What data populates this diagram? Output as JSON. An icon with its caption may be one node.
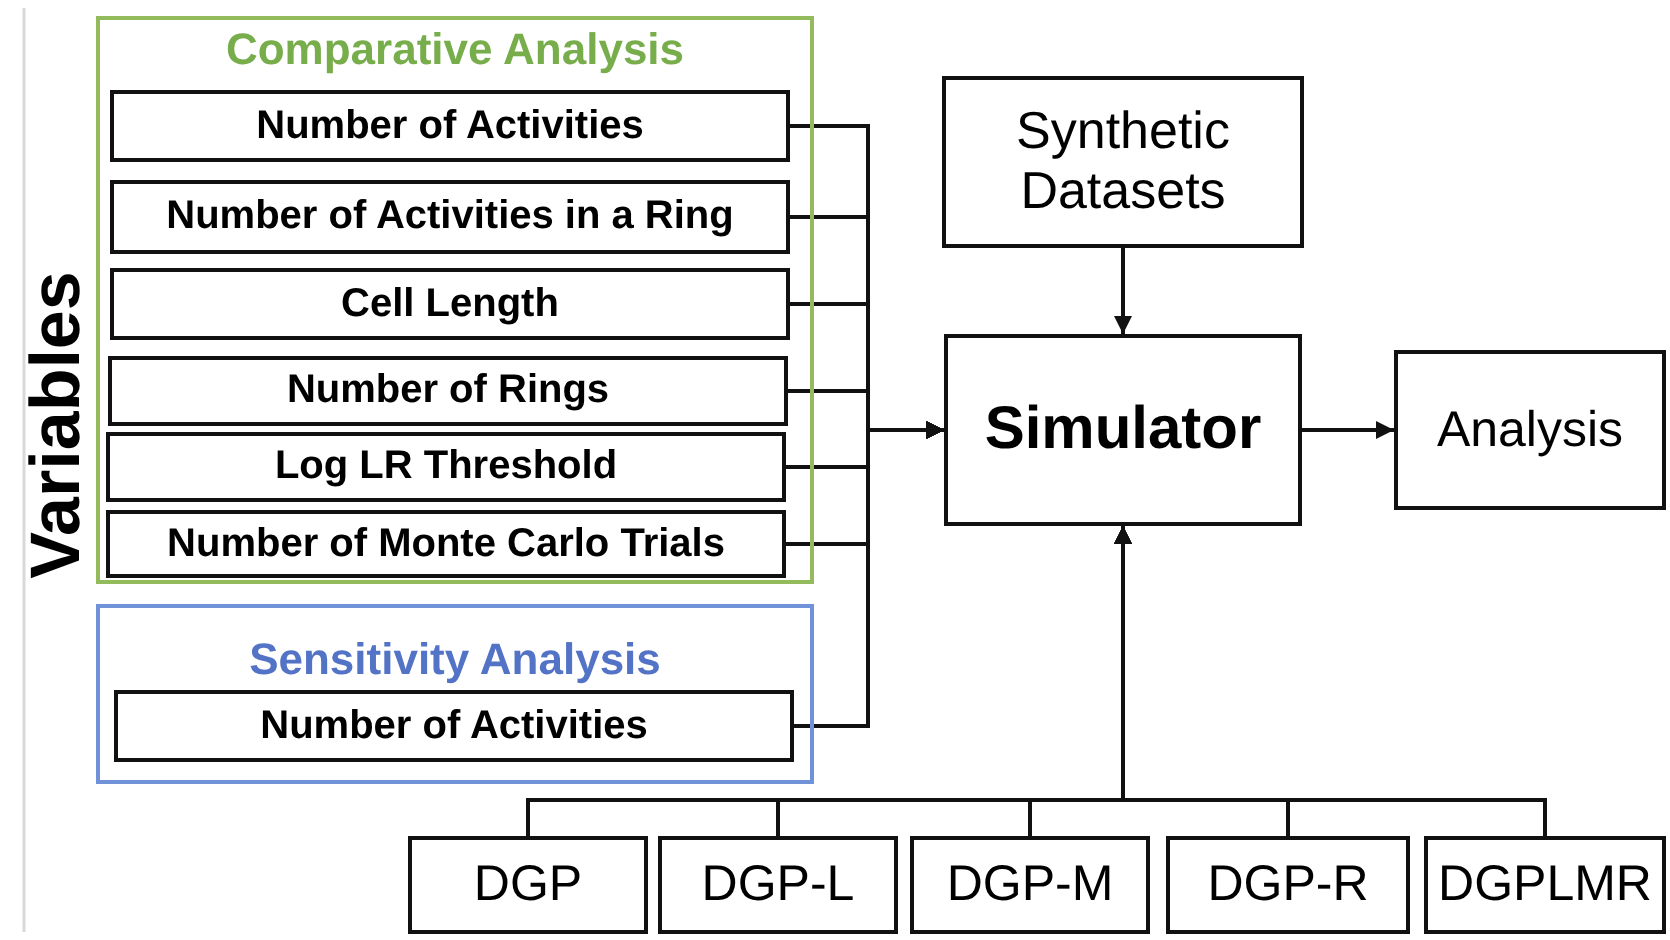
{
  "diagram": {
    "nodes": [
      {
        "text": [
          "Comparative Analysis"
        ]
      },
      {
        "text": [
          "Number of Activities"
        ],
        "in": 0
      },
      {
        "text": [
          "Number of Activities in a Ring"
        ],
        "in": 0
      },
      {
        "text": [
          "Cell Length"
        ],
        "in": 0
      },
      {
        "text": [
          "Number of Rings"
        ],
        "in": 0
      },
      {
        "text": [
          "Log LR Threshold"
        ],
        "in": 0
      },
      {
        "text": [
          "Number of Monte Carlo Trials"
        ],
        "in": 0
      },
      {
        "text": [
          "Sensitivity Analysis"
        ]
      },
      {
        "text": [
          "Number of Activities"
        ],
        "in": 7
      },
      {
        "text": [
          "Synthetic Datasets"
        ]
      },
      {
        "text": [
          "Simulator"
        ]
      },
      {
        "text": [
          "Analysis"
        ]
      },
      {
        "text": [
          "DGP"
        ]
      },
      {
        "text": [
          "DGP-L"
        ]
      },
      {
        "text": [
          "DGP-M"
        ]
      },
      {
        "text": [
          "DGP-R"
        ]
      },
      {
        "text": [
          "DGPLMR"
        ]
      }
    ],
    "edges": [
      {
        "from": 1,
        "to": 10,
        "arrow": "to"
      },
      {
        "from": 2,
        "to": 10,
        "arrow": "to"
      },
      {
        "from": 3,
        "to": 10,
        "arrow": "to"
      },
      {
        "from": 4,
        "to": 10,
        "arrow": "to"
      },
      {
        "from": 5,
        "to": 10,
        "arrow": "to"
      },
      {
        "from": 6,
        "to": 10,
        "arrow": "to"
      },
      {
        "from": 8,
        "to": 10,
        "arrow": "to"
      },
      {
        "from": 9,
        "to": 10,
        "arrow": "to"
      },
      {
        "from": 10,
        "to": 11,
        "arrow": "to"
      },
      {
        "from": 12,
        "to": 10,
        "arrow": "to"
      },
      {
        "from": 13,
        "to": 10,
        "arrow": "to"
      },
      {
        "from": 14,
        "to": 10,
        "arrow": "to"
      },
      {
        "from": 15,
        "to": 10,
        "arrow": "to"
      },
      {
        "from": 16,
        "to": 10,
        "arrow": "to"
      }
    ],
    "labels": [
      "Variables"
    ]
  }
}
